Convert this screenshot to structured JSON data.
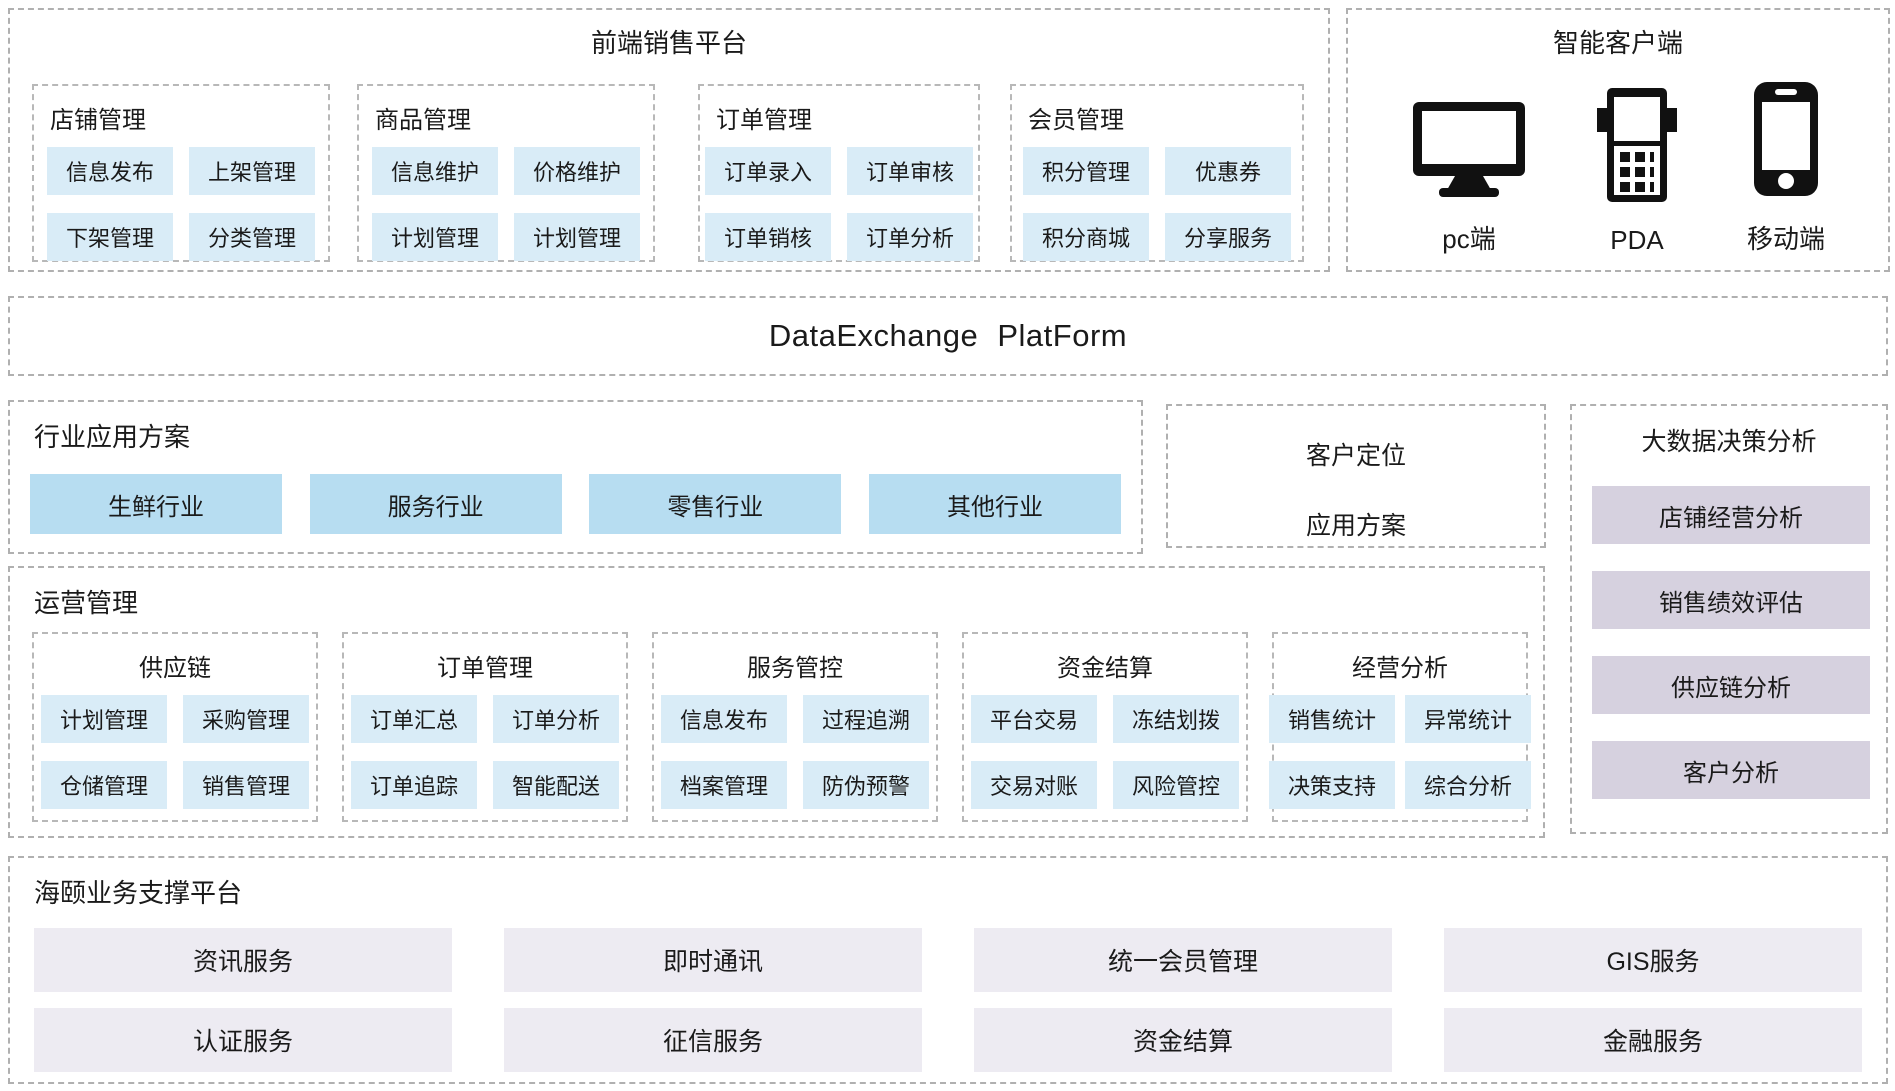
{
  "front_platform": {
    "title": "前端销售平台",
    "groups": [
      {
        "title": "店铺管理",
        "items": [
          "信息发布",
          "上架管理",
          "下架管理",
          "分类管理"
        ]
      },
      {
        "title": "商品管理",
        "items": [
          "信息维护",
          "价格维护",
          "计划管理",
          "计划管理"
        ]
      },
      {
        "title": "订单管理",
        "items": [
          "订单录入",
          "订单审核",
          "订单销核",
          "订单分析"
        ]
      },
      {
        "title": "会员管理",
        "items": [
          "积分管理",
          "优惠券",
          "积分商城",
          "分享服务"
        ]
      }
    ]
  },
  "smart_client": {
    "title": "智能客户端",
    "devices": [
      {
        "label": "pc端",
        "icon": "monitor-icon"
      },
      {
        "label": "PDA",
        "icon": "pda-icon"
      },
      {
        "label": "移动端",
        "icon": "smartphone-icon"
      }
    ]
  },
  "exchange": {
    "title": "DataExchange PlatForm"
  },
  "industry": {
    "title": "行业应用方案",
    "items": [
      "生鲜行业",
      "服务行业",
      "零售行业",
      "其他行业"
    ]
  },
  "customer_positioning": {
    "line1": "客户定位",
    "line2": "应用方案"
  },
  "bigdata": {
    "title": "大数据决策分析",
    "items": [
      "店铺经营分析",
      "销售绩效评估",
      "供应链分析",
      "客户分析"
    ]
  },
  "operations": {
    "title": "运营管理",
    "groups": [
      {
        "title": "供应链",
        "items": [
          "计划管理",
          "采购管理",
          "仓储管理",
          "销售管理"
        ]
      },
      {
        "title": "订单管理",
        "items": [
          "订单汇总",
          "订单分析",
          "订单追踪",
          "智能配送"
        ]
      },
      {
        "title": "服务管控",
        "items": [
          "信息发布",
          "过程追溯",
          "档案管理",
          "防伪预警"
        ]
      },
      {
        "title": "资金结算",
        "items": [
          "平台交易",
          "冻结划拨",
          "交易对账",
          "风险管控"
        ]
      },
      {
        "title": "经营分析",
        "items": [
          "销售统计",
          "异常统计",
          "决策支持",
          "综合分析"
        ]
      }
    ]
  },
  "support_platform": {
    "title": "海颐业务支撑平台",
    "items": [
      "资讯服务",
      "即时通讯",
      "统一会员管理",
      "GIS服务",
      "认证服务",
      "征信服务",
      "资金结算",
      "金融服务"
    ]
  },
  "colors": {
    "chip_blue": "#d9ecf7",
    "industry_blue": "#b7ddf1",
    "lavender": "#d6d1df",
    "light_lavender": "#edebf2",
    "border_gray": "#b0b0b0",
    "text": "#1a1a1a"
  }
}
